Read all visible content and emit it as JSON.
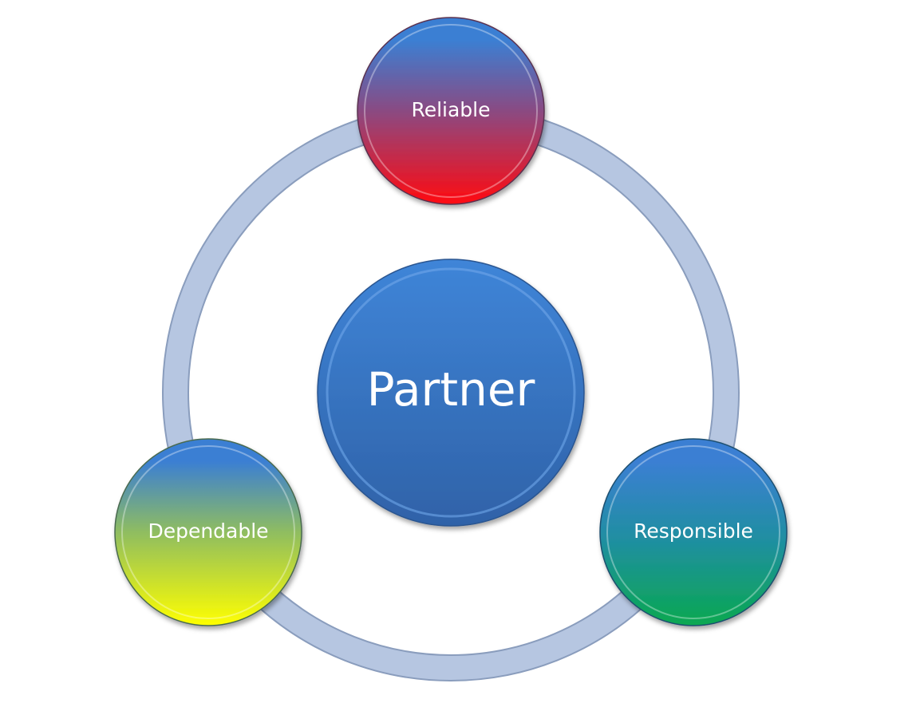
{
  "center": {
    "label": "Partner"
  },
  "nodes": [
    {
      "label": "Reliable",
      "bottom_color": "#ff0a10"
    },
    {
      "label": "Responsible",
      "bottom_color": "#0aa850"
    },
    {
      "label": "Dependable",
      "bottom_color": "#ffff00"
    }
  ],
  "colors": {
    "blue": "#3a7fd5",
    "ring": "#b4c4e0"
  }
}
